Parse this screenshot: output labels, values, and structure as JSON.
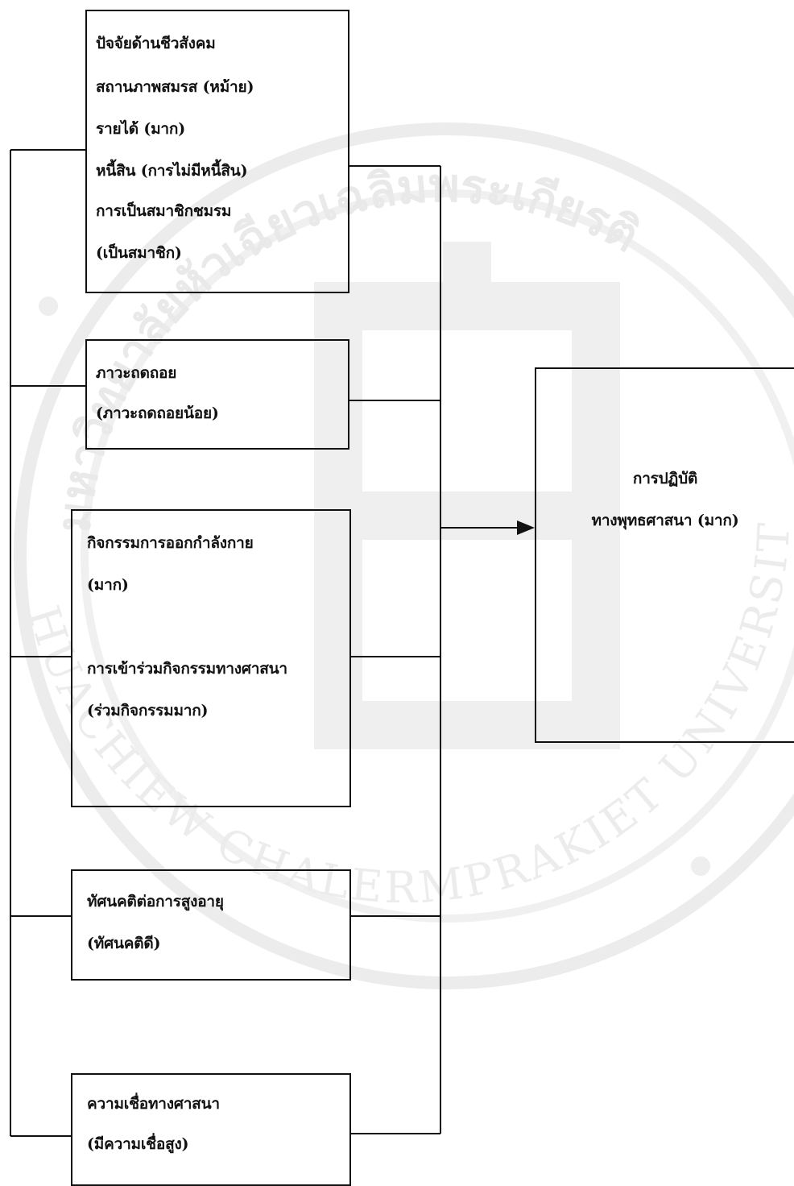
{
  "diagram": {
    "factors": [
      {
        "id": "socio",
        "lines": [
          "ปัจจัยด้านชีวสังคม",
          "สถานภาพสมรส (หม้าย)",
          "รายได้ (มาก)",
          "หนี้สิน (การไม่มีหนี้สิน)",
          "การเป็นสมาชิกชมรม",
          "(เป็นสมาชิก)"
        ]
      },
      {
        "id": "depression",
        "lines": [
          "ภาวะถดถอย",
          "(ภาวะถดถอยน้อย)"
        ]
      },
      {
        "id": "activities",
        "lines": [
          "กิจกรรมการออกกำลังกาย",
          "(มาก)",
          "",
          "การเข้าร่วมกิจกรรมทางศาสนา",
          "(ร่วมกิจกรรมมาก)"
        ]
      },
      {
        "id": "attitude",
        "lines": [
          "ทัศนคติต่อการสูงอายุ",
          "(ทัศนคติดี)"
        ]
      },
      {
        "id": "belief",
        "lines": [
          "ความเชื่อทางศาสนา",
          "(มีความเชื่อสูง)"
        ]
      }
    ],
    "outcome": {
      "lines": [
        "การปฏิบัติ",
        "ทางพุทธศาสนา (มาก)"
      ]
    }
  },
  "watermark": {
    "arc_top": "มหาวิทยาลัยหัวเฉียวเฉลิมพระเกียรติ",
    "arc_bottom": "HUACHIEW CHALERMPRAKIET UNIVERSITY"
  }
}
